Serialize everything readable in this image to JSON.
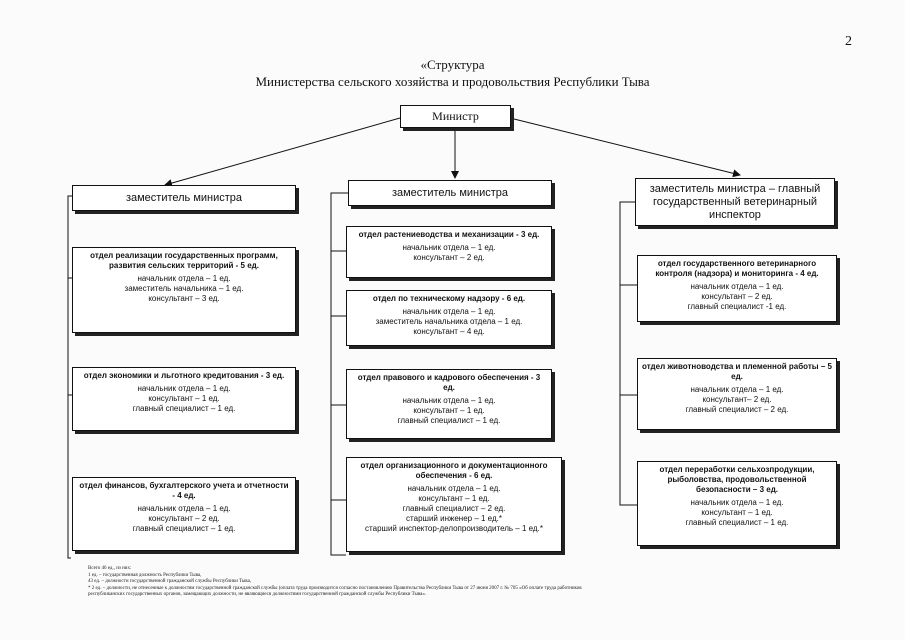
{
  "page_number": "2",
  "title_line1": "«Структура",
  "title_line2": "Министерства сельского хозяйства и продовольствия Республики Тыва",
  "minister": "Министр",
  "columns": [
    {
      "deputy": "заместитель министра",
      "departments": [
        {
          "name": "отдел реализации государственных программ, развития сельских территорий - 5 ед.",
          "staff": [
            "начальник отдела – 1 ед.",
            "заместитель начальника – 1 ед.",
            "консультант – 3 ед."
          ]
        },
        {
          "name": "отдел экономики и льготного кредитования - 3 ед.",
          "staff": [
            "начальник отдела – 1 ед.",
            "консультант – 1 ед.",
            "главный специалист – 1 ед."
          ]
        },
        {
          "name": "отдел финансов, бухгалтерского учета и отчетности - 4 ед.",
          "staff": [
            "начальник отдела – 1 ед.",
            "консультант – 2 ед.",
            "главный специалист – 1 ед."
          ]
        }
      ]
    },
    {
      "deputy": "заместитель министра",
      "departments": [
        {
          "name": "отдел растениеводства и механизации - 3 ед.",
          "staff": [
            "начальник отдела – 1 ед.",
            "консультант – 2 ед."
          ]
        },
        {
          "name": "отдел по техническому надзору - 6 ед.",
          "staff": [
            "начальник отдела – 1 ед.",
            "заместитель начальника отдела – 1 ед.",
            "консультант – 4 ед."
          ]
        },
        {
          "name": "отдел правового и кадрового обеспечения - 3 ед.",
          "staff": [
            "начальник отдела – 1 ед.",
            "консультант – 1 ед.",
            "главный специалист – 1 ед."
          ]
        },
        {
          "name": "отдел организационного и документационного обеспечения - 6 ед.",
          "staff": [
            "начальник отдела – 1 ед.",
            "консультант – 1 ед.",
            "главный специалист – 2 ед.",
            "старший инженер – 1 ед.*",
            "старший инспектор-делопроизводитель – 1 ед.*"
          ]
        }
      ]
    },
    {
      "deputy": "заместитель министра – главный государственный ветеринарный инспектор",
      "departments": [
        {
          "name": "отдел государственного ветеринарного контроля (надзора) и мониторинга - 4 ед.",
          "staff": [
            "начальник отдела – 1 ед.",
            "консультант – 2 ед.",
            "главный специалист -1 ед."
          ]
        },
        {
          "name": "отдел животноводства и племенной работы – 5 ед.",
          "staff": [
            "начальник отдела – 1 ед.",
            "консультант– 2 ед.",
            "главный специалист – 2 ед."
          ]
        },
        {
          "name": "отдел переработки сельхозпродукции, рыболовства, продовольственной безопасности – 3 ед.",
          "staff": [
            "начальник отдела – 1 ед.",
            "консультант – 1 ед.",
            "главный специалист – 1 ед."
          ]
        }
      ]
    }
  ],
  "footnotes": [
    "Всего 46 ед., из них:",
    "1 ед. – государственная должность Республики Тыва,",
    "43 ед. – должности государственной гражданской службы Республики Тыва,",
    "* 2 ед. – должности, не отнесенные к должностям государственной гражданской службы (оплата труда производится согласно постановлению Правительства Республики Тыва от 27 июня 2007 г. № 705 «Об оплате труда работников",
    "республиканских государственных органов, замещающих должности, не являющиеся должностями государственной гражданской службы Республики Тыва»."
  ]
}
